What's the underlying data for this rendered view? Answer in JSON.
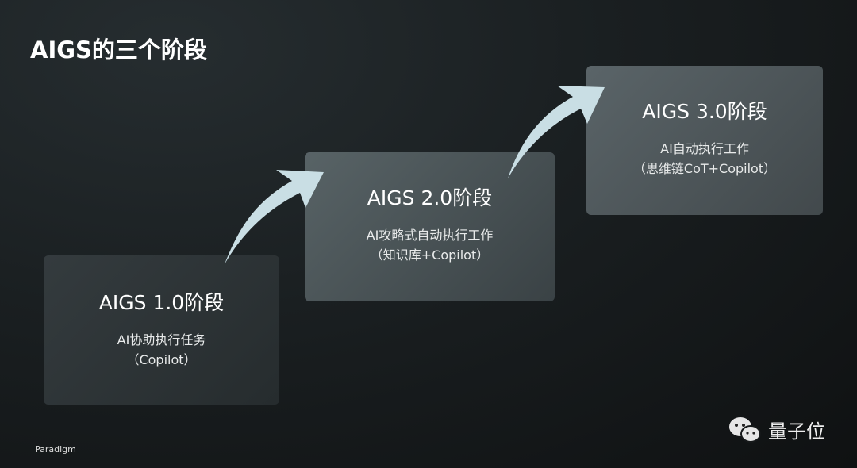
{
  "title": "AIGS的三个阶段",
  "stages": [
    {
      "title": "AIGS 1.0阶段",
      "lines": [
        "AI协助执行任务",
        "（Copilot）"
      ]
    },
    {
      "title": "AIGS 2.0阶段",
      "lines": [
        "AI攻略式自动执行工作",
        "（知识库+Copilot）"
      ]
    },
    {
      "title": "AIGS 3.0阶段",
      "lines": [
        "AI自动执行工作",
        "（思维链CoT+Copilot）"
      ]
    }
  ],
  "logo": "Paradigm",
  "watermark": "量子位",
  "colors": {
    "arrow": "#c9dee4"
  }
}
